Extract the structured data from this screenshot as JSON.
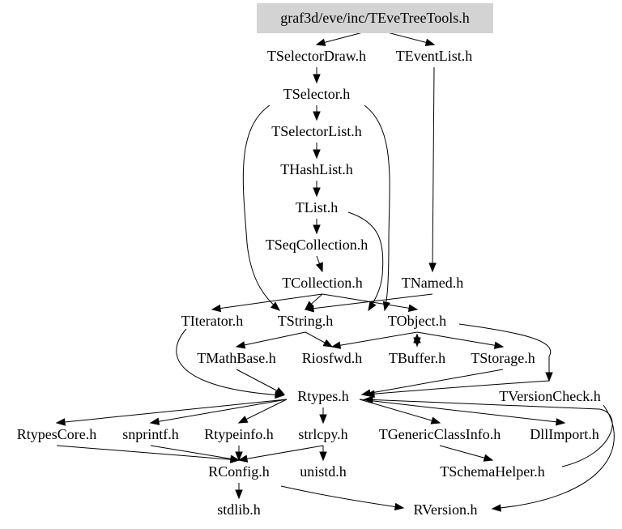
{
  "title": "graf3d/eve/inc/TEveTreeTools.h",
  "colors": {
    "root_fill": "#d3d3d3",
    "edge": "#000000",
    "text": "#000000"
  },
  "nodes": [
    {
      "id": "root",
      "label": "graf3d/eve/inc/TEveTreeTools.h",
      "root": true
    },
    {
      "id": "TSelectorDraw",
      "label": "TSelectorDraw.h"
    },
    {
      "id": "TEventList",
      "label": "TEventList.h"
    },
    {
      "id": "TSelector",
      "label": "TSelector.h"
    },
    {
      "id": "TSelectorList",
      "label": "TSelectorList.h"
    },
    {
      "id": "THashList",
      "label": "THashList.h"
    },
    {
      "id": "TList",
      "label": "TList.h"
    },
    {
      "id": "TSeqCollection",
      "label": "TSeqCollection.h"
    },
    {
      "id": "TCollection",
      "label": "TCollection.h"
    },
    {
      "id": "TNamed",
      "label": "TNamed.h"
    },
    {
      "id": "TIterator",
      "label": "TIterator.h"
    },
    {
      "id": "TString",
      "label": "TString.h"
    },
    {
      "id": "TObject",
      "label": "TObject.h"
    },
    {
      "id": "TMathBase",
      "label": "TMathBase.h"
    },
    {
      "id": "Riosfwd",
      "label": "Riosfwd.h"
    },
    {
      "id": "TBuffer",
      "label": "TBuffer.h"
    },
    {
      "id": "TStorage",
      "label": "TStorage.h"
    },
    {
      "id": "TVersionCheck",
      "label": "TVersionCheck.h"
    },
    {
      "id": "Rtypes",
      "label": "Rtypes.h"
    },
    {
      "id": "RtypesCore",
      "label": "RtypesCore.h"
    },
    {
      "id": "snprintf",
      "label": "snprintf.h"
    },
    {
      "id": "Rtypeinfo",
      "label": "Rtypeinfo.h"
    },
    {
      "id": "strlcpy",
      "label": "strlcpy.h"
    },
    {
      "id": "TGenericClassInfo",
      "label": "TGenericClassInfo.h"
    },
    {
      "id": "DllImport",
      "label": "DllImport.h"
    },
    {
      "id": "RConfig",
      "label": "RConfig.h"
    },
    {
      "id": "unistd",
      "label": "unistd.h"
    },
    {
      "id": "TSchemaHelper",
      "label": "TSchemaHelper.h"
    },
    {
      "id": "stdlib",
      "label": "stdlib.h"
    },
    {
      "id": "RVersion",
      "label": "RVersion.h"
    }
  ],
  "edges": [
    [
      "root",
      "TSelectorDraw"
    ],
    [
      "root",
      "TEventList"
    ],
    [
      "TSelectorDraw",
      "TSelector"
    ],
    [
      "TEventList",
      "TNamed"
    ],
    [
      "TSelector",
      "TSelectorList"
    ],
    [
      "TSelector",
      "TString"
    ],
    [
      "TSelector",
      "TObject"
    ],
    [
      "TSelectorList",
      "THashList"
    ],
    [
      "THashList",
      "TList"
    ],
    [
      "TList",
      "TSeqCollection"
    ],
    [
      "TList",
      "TString"
    ],
    [
      "TSeqCollection",
      "TCollection"
    ],
    [
      "TCollection",
      "TIterator"
    ],
    [
      "TCollection",
      "TString"
    ],
    [
      "TCollection",
      "TObject"
    ],
    [
      "TNamed",
      "TString"
    ],
    [
      "TIterator",
      "Rtypes"
    ],
    [
      "TString",
      "TMathBase"
    ],
    [
      "TString",
      "Riosfwd"
    ],
    [
      "TObject",
      "Riosfwd"
    ],
    [
      "TObject",
      "TBuffer"
    ],
    [
      "TObject",
      "TStorage"
    ],
    [
      "TObject",
      "TVersionCheck"
    ],
    [
      "TBuffer",
      "TObject"
    ],
    [
      "TMathBase",
      "Rtypes"
    ],
    [
      "TStorage",
      "Rtypes"
    ],
    [
      "TVersionCheck",
      "Rtypes"
    ],
    [
      "TVersionCheck",
      "RVersion"
    ],
    [
      "Rtypes",
      "RtypesCore"
    ],
    [
      "Rtypes",
      "snprintf"
    ],
    [
      "Rtypes",
      "Rtypeinfo"
    ],
    [
      "Rtypes",
      "strlcpy"
    ],
    [
      "Rtypes",
      "TGenericClassInfo"
    ],
    [
      "Rtypes",
      "DllImport"
    ],
    [
      "TSchemaHelper",
      "Rtypes"
    ],
    [
      "RtypesCore",
      "RConfig"
    ],
    [
      "snprintf",
      "RConfig"
    ],
    [
      "Rtypeinfo",
      "RConfig"
    ],
    [
      "strlcpy",
      "RConfig"
    ],
    [
      "strlcpy",
      "unistd"
    ],
    [
      "TGenericClassInfo",
      "TSchemaHelper"
    ],
    [
      "RConfig",
      "stdlib"
    ],
    [
      "RConfig",
      "RVersion"
    ]
  ]
}
